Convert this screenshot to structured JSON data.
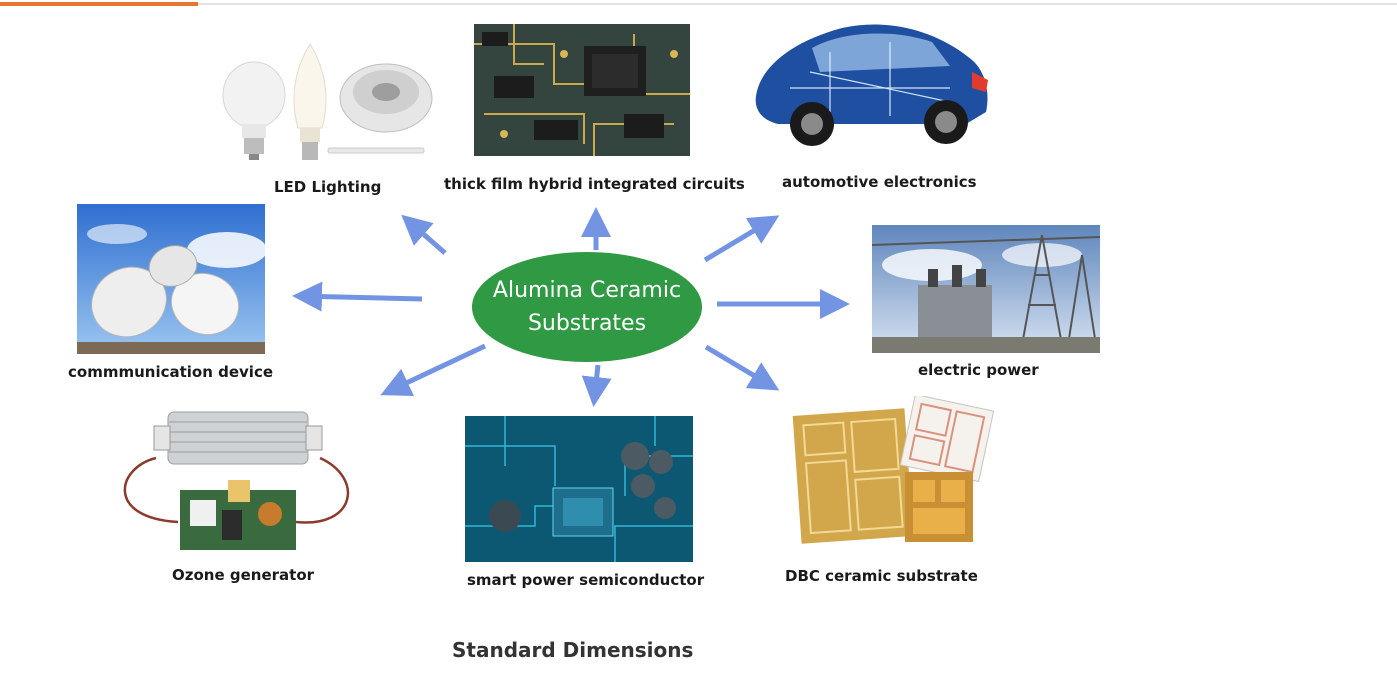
{
  "hub": {
    "line1": "Alumina Ceramic",
    "line2": "Substrates"
  },
  "applications": {
    "led": "LED Lighting",
    "thickfilm": "thick film hybrid integrated circuits",
    "auto": "automotive electronics",
    "comm": "commmunication device",
    "power": "electric power",
    "ozone": "Ozone generator",
    "semi": "smart power semiconductor",
    "dbc": "DBC ceramic substrate"
  },
  "footer": {
    "heading": "Standard Dimensions"
  },
  "colors": {
    "hub_fill": "#2f9a43",
    "arrow": "#7393e3",
    "accent": "#e8752e",
    "label_text": "#1a1a1a"
  }
}
